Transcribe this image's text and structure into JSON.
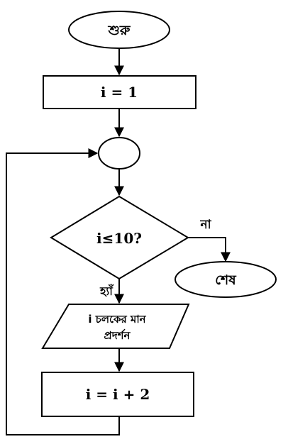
{
  "flowchart": {
    "start_label": "শুরু",
    "init_label": "i = 1",
    "condition_label": "i≤10?",
    "no_label": "না",
    "end_label": "শেষ",
    "yes_label": "হ্যাঁ",
    "output_line1": "i চলকের মান",
    "output_line2": "প্রদর্শন",
    "increment_label": "i = i + 2"
  }
}
